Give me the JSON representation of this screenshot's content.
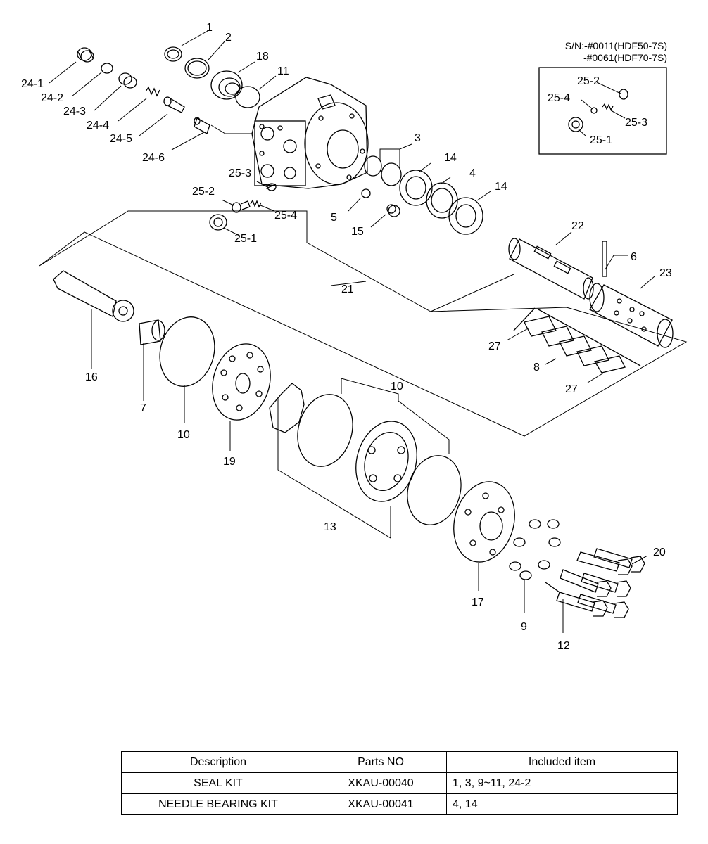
{
  "serial_note": {
    "line1": "S/N:-#0011(HDF50-7S)",
    "line2": "-#0061(HDF70-7S)"
  },
  "inset_labels": {
    "a": "25-2",
    "b": "25-4",
    "c": "25-3",
    "d": "25-1"
  },
  "callouts": {
    "p1": "1",
    "p2": "2",
    "p18": "18",
    "p11": "11",
    "p24_1": "24-1",
    "p24_2": "24-2",
    "p24_3": "24-3",
    "p24_4": "24-4",
    "p24_5": "24-5",
    "p24_6": "24-6",
    "p3": "3",
    "p14a": "14",
    "p4": "4",
    "p14b": "14",
    "p25_3": "25-3",
    "p25_2": "25-2",
    "p25_4": "25-4",
    "p25_1": "25-1",
    "p5": "5",
    "p15": "15",
    "p22": "22",
    "p6": "6",
    "p23": "23",
    "p21": "21",
    "p27a": "27",
    "p8": "8",
    "p27b": "27",
    "p16": "16",
    "p7": "7",
    "p10a": "10",
    "p19": "19",
    "p10b": "10",
    "p13": "13",
    "p17": "17",
    "p9": "9",
    "p12": "12",
    "p20": "20"
  },
  "kit_table": {
    "headers": [
      "Description",
      "Parts NO",
      "Included item"
    ],
    "rows": [
      {
        "description": "SEAL KIT",
        "part_no": "XKAU-00040",
        "items": "1, 3, 9~11, 24-2"
      },
      {
        "description": "NEEDLE BEARING KIT",
        "part_no": "XKAU-00041",
        "items": "4, 14"
      }
    ]
  }
}
